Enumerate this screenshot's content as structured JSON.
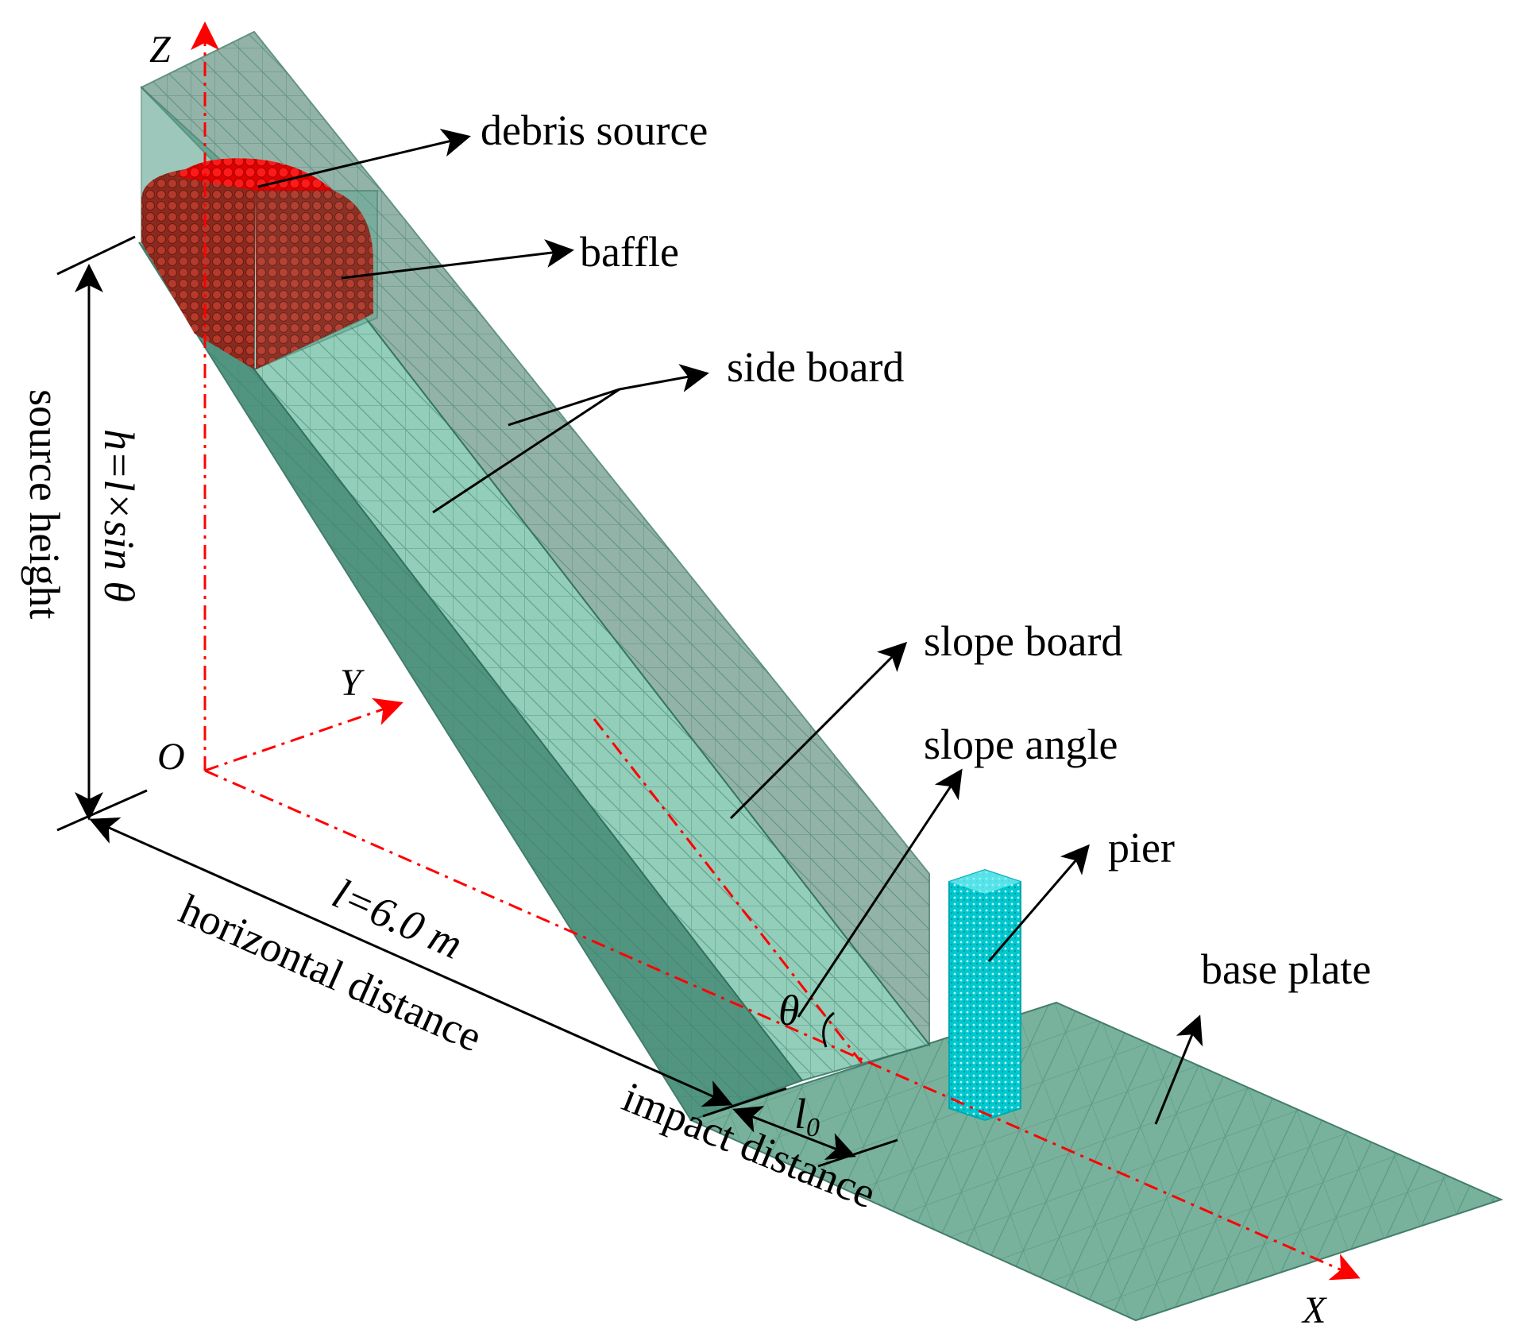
{
  "labels": {
    "debris_source": "debris source",
    "baffle": "baffle",
    "side_board": "side board",
    "slope_board": "slope board",
    "slope_angle": "slope angle",
    "pier": "pier",
    "base_plate": "base plate",
    "source_height": "source height",
    "height_formula": "h=l×sin θ",
    "length_formula": "l=6.0 m",
    "horizontal_distance": "horizontal distance",
    "impact_distance": "impact distance",
    "impact_symbol": "l",
    "impact_subscript": "0",
    "theta": "θ"
  },
  "axes": {
    "x": "X",
    "y": "Y",
    "z": "Z",
    "origin": "O"
  },
  "colors": {
    "board_fill": "#5a9f89",
    "board_edge": "#2f6f5c",
    "mesh": "#3e7d6a",
    "debris": "#ff0000",
    "pier": "#00d2d8",
    "axis": "#ff0000",
    "annotation": "#000000"
  }
}
